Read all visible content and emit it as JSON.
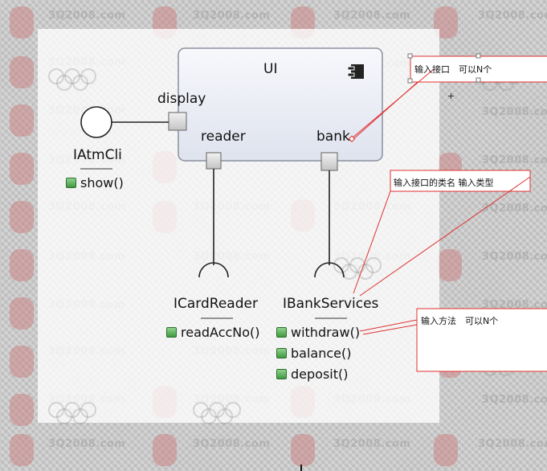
{
  "watermark": {
    "text": "3Q2008.com"
  },
  "component": {
    "name": "UI"
  },
  "ports": {
    "display": "display",
    "reader": "reader",
    "bank": "bank"
  },
  "interfaces": [
    {
      "name": "IAtmCli",
      "methods": [
        "show()"
      ]
    },
    {
      "name": "ICardReader",
      "methods": [
        "readAccNo()"
      ]
    },
    {
      "name": "IBankServices",
      "methods": [
        "withdraw()",
        "balance()",
        "deposit()"
      ]
    }
  ],
  "notes": {
    "input_interface": "输入接口　可以N个",
    "interface_class_name": "输入接口的类名  输入类型",
    "input_methods": "输入方法　可以N个"
  },
  "colors": {
    "note_border": "#e03030",
    "port_fill": "#d8d8d8",
    "component_fill": "#eef0f6",
    "method_icon": "#4caf50"
  },
  "icons": [
    "component-icon",
    "method-icon",
    "provided-interface-circle",
    "required-interface-socket"
  ]
}
